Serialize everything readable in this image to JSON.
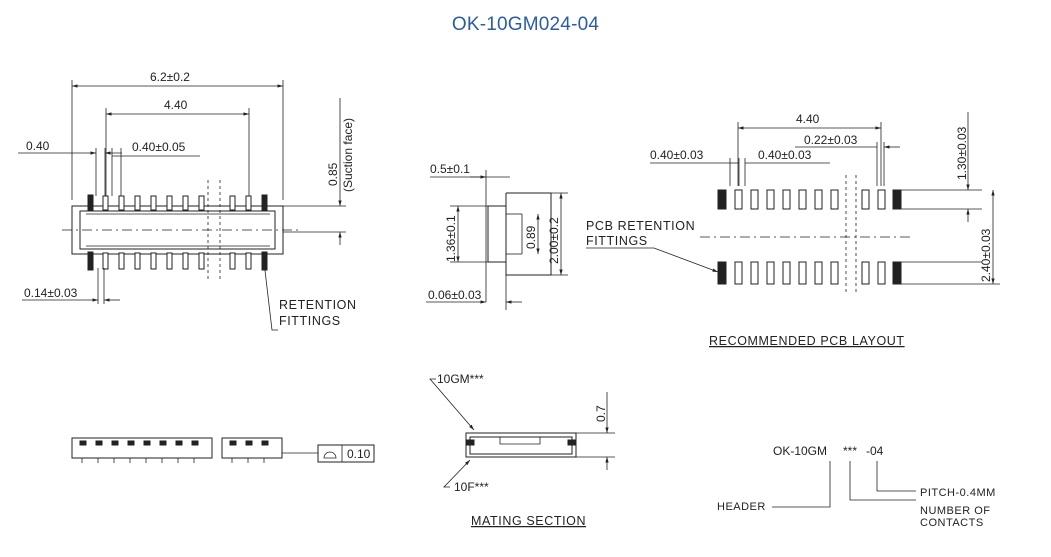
{
  "title": "OK-10GM024-04",
  "top_view": {
    "overall_width": "6.2±0.2",
    "span": "4.40",
    "pitch_left": "0.40",
    "pitch_tol": "0.40±0.05",
    "height": "0.85",
    "suction_face": "(Suction face)",
    "fitting_offset": "0.14±0.03",
    "retention_line1": "RETENTION",
    "retention_line2": "FITTINGS"
  },
  "side_view": {
    "top_dim": "0.5±0.1",
    "left_dim": "1.36±0.1",
    "mid_dim": "0.89",
    "right_dim": "2.00±0.2",
    "bottom_dim": "0.06±0.03"
  },
  "pcb_layout": {
    "span": "4.40",
    "pad_width": "0.22±0.03",
    "pitch_a": "0.40±0.03",
    "pitch_b": "0.40±0.03",
    "top_height": "1.30±0.03",
    "row_spacing": "2.40±0.03",
    "fittings_line1": "PCB RETENTION",
    "fittings_line2": "FITTINGS",
    "caption": "RECOMMENDED PCB LAYOUT"
  },
  "front_view": {
    "flatness": "0.10"
  },
  "mating_section": {
    "header_part": "10GM***",
    "socket_part": "10F***",
    "height": "0.7",
    "caption": "MATING SECTION"
  },
  "part_number": {
    "prefix": "OK-10GM",
    "stars": "***",
    "suffix": "-04",
    "header": "HEADER",
    "contacts_line1": "NUMBER OF",
    "contacts_line2": "CONTACTS",
    "pitch": "PITCH-0.4MM"
  }
}
